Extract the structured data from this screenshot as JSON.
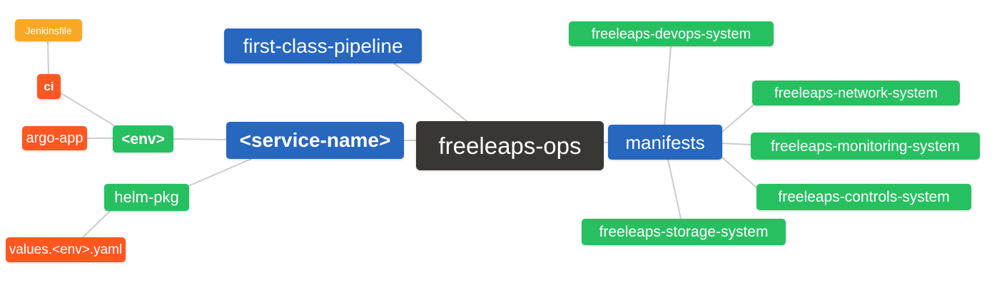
{
  "diagram": {
    "type": "mindmap",
    "root": "freeleaps-ops"
  },
  "palette": {
    "blue": "#2767BE",
    "green": "#27C061",
    "red": "#FF5722",
    "orange": "#F9A825",
    "dark": "#3A3633",
    "edge": "#CCCCCC",
    "text": "#FFFFFF",
    "background": "#FFFFFF"
  },
  "nodes": [
    {
      "id": "jenkinsfile",
      "label": "Jenkinsfile",
      "color": "orange"
    },
    {
      "id": "ci",
      "label": "ci",
      "color": "red"
    },
    {
      "id": "argo-app",
      "label": "argo-app",
      "color": "red"
    },
    {
      "id": "env",
      "label": "<env>",
      "color": "green"
    },
    {
      "id": "helm-pkg",
      "label": "helm-pkg",
      "color": "green"
    },
    {
      "id": "values-env-yaml",
      "label": "values.<env>.yaml",
      "color": "red"
    },
    {
      "id": "first-class-pipeline",
      "label": "first-class-pipeline",
      "color": "blue"
    },
    {
      "id": "service-name",
      "label": "<service-name>",
      "color": "blue"
    },
    {
      "id": "freeleaps-ops",
      "label": "freeleaps-ops",
      "color": "dark"
    },
    {
      "id": "manifests",
      "label": "manifests",
      "color": "blue"
    },
    {
      "id": "freeleaps-devops-system",
      "label": "freeleaps-devops-system",
      "color": "green"
    },
    {
      "id": "freeleaps-network-system",
      "label": "freeleaps-network-system",
      "color": "green"
    },
    {
      "id": "freeleaps-monitoring-system",
      "label": "freeleaps-monitoring-system",
      "color": "green"
    },
    {
      "id": "freeleaps-controls-system",
      "label": "freeleaps-controls-system",
      "color": "green"
    },
    {
      "id": "freeleaps-storage-system",
      "label": "freeleaps-storage-system",
      "color": "green"
    }
  ],
  "edges": [
    {
      "from": "jenkinsfile",
      "to": "ci"
    },
    {
      "from": "ci",
      "to": "env"
    },
    {
      "from": "argo-app",
      "to": "env"
    },
    {
      "from": "env",
      "to": "service-name"
    },
    {
      "from": "service-name",
      "to": "helm-pkg"
    },
    {
      "from": "helm-pkg",
      "to": "values-env-yaml"
    },
    {
      "from": "first-class-pipeline",
      "to": "freeleaps-ops"
    },
    {
      "from": "service-name",
      "to": "freeleaps-ops"
    },
    {
      "from": "freeleaps-ops",
      "to": "manifests"
    },
    {
      "from": "manifests",
      "to": "freeleaps-devops-system"
    },
    {
      "from": "manifests",
      "to": "freeleaps-network-system"
    },
    {
      "from": "manifests",
      "to": "freeleaps-monitoring-system"
    },
    {
      "from": "manifests",
      "to": "freeleaps-controls-system"
    },
    {
      "from": "manifests",
      "to": "freeleaps-storage-system"
    }
  ]
}
